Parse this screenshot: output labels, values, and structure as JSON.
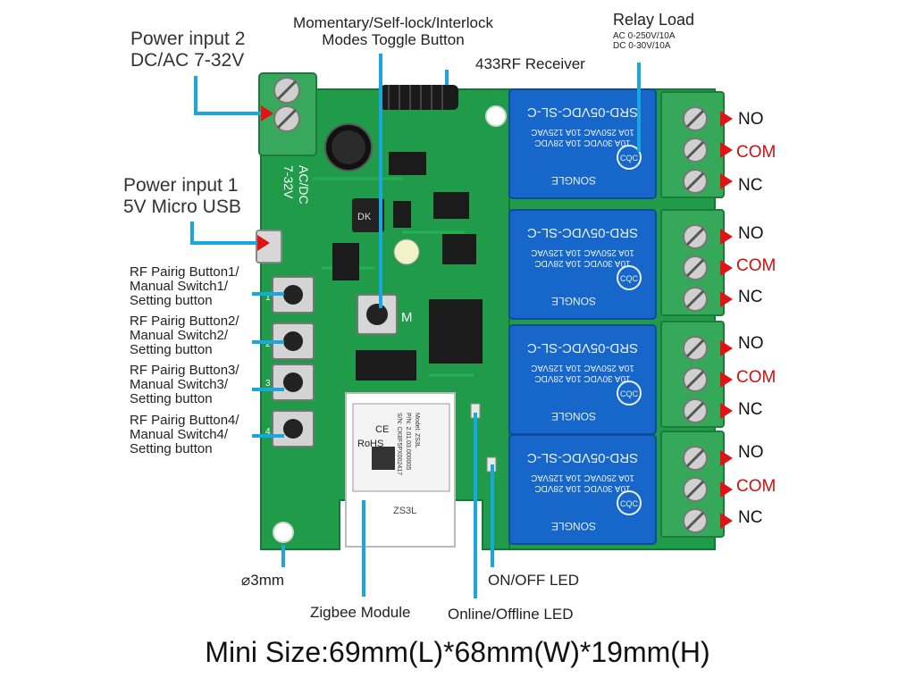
{
  "labels": {
    "power2_line1": "Power input 2",
    "power2_line2": "DC/AC 7-32V",
    "power1_line1": "Power input 1",
    "power1_line2": "5V Micro USB",
    "toggle_line1": "Momentary/Self-lock/Interlock",
    "toggle_line2": "Modes Toggle Button",
    "rf_receiver": "433RF Receiver",
    "relay_load": "Relay Load",
    "relay_ac": "AC 0-250V/10A",
    "relay_dc": "DC 0-30V/10A",
    "rf_buttons": [
      {
        "l1": "RF Pairig Button1/",
        "l2": "Manual Switch1/",
        "l3": "Setting button"
      },
      {
        "l1": "RF Pairig Button2/",
        "l2": "Manual Switch2/",
        "l3": "Setting button"
      },
      {
        "l1": "RF Pairig Button3/",
        "l2": "Manual Switch3/",
        "l3": "Setting button"
      },
      {
        "l1": "RF Pairig Button4/",
        "l2": "Manual Switch4/",
        "l3": "Setting button"
      }
    ],
    "hole": "⌀3mm",
    "zigbee": "Zigbee Module",
    "online_led": "Online/Offline LED",
    "onoff_led": "ON/OFF LED",
    "footer": "Mini Size:69mm(L)*68mm(W)*19mm(H)"
  },
  "terminals": [
    {
      "no": "NO",
      "com": "COM",
      "nc": "NC"
    },
    {
      "no": "NO",
      "com": "COM",
      "nc": "NC"
    },
    {
      "no": "NO",
      "com": "COM",
      "nc": "NC"
    },
    {
      "no": "NO",
      "com": "COM",
      "nc": "NC"
    }
  ],
  "board_text": {
    "acdc_1": "AC/DC",
    "acdc_2": "7-32V",
    "mode_mark": "M",
    "relay_model": "SRD-05VDC-SL-C",
    "relay_spec1": "10A 250VAC  10A 125VAC",
    "relay_spec2": "10A 30VDC   10A 28VDC",
    "relay_brand": "SONGLE",
    "relay_cert": "CQC",
    "module_rohs": "RoHS",
    "module_ce": "CE",
    "module_model": "Model: ZS3L",
    "module_pn": "P/N: 2.01.03.000005",
    "module_sn": "S/N: CK8F5PX002417",
    "module_name": "ZS3L",
    "cap_label": "DK",
    "btn_numbers": [
      "1",
      "2",
      "3",
      "4"
    ]
  },
  "colors": {
    "pcb": "#1e9a48",
    "pcb_dark": "#15803b",
    "relay_blue": "#1766c9",
    "terminal_green": "#36a85a",
    "callout": "#1aa7e0",
    "arrow_red": "#e01414"
  }
}
